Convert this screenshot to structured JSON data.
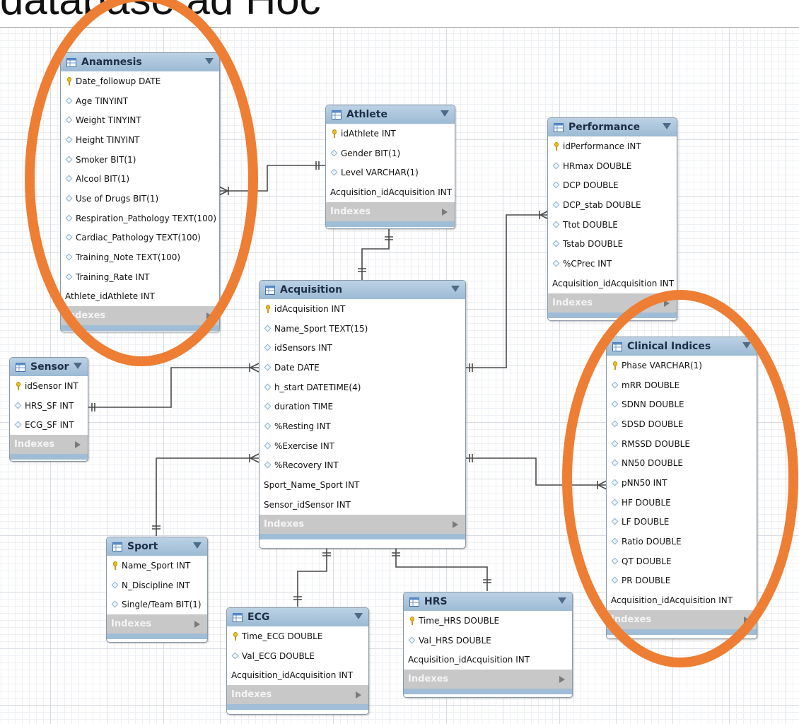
{
  "page_title": "database ad Hoc",
  "diagram": {
    "tables": [
      {
        "key": "anamnesis",
        "name": "Anamnesis",
        "index_label": "Indexes",
        "columns": [
          {
            "label": "Date_followup DATE",
            "icon": "key-icon"
          },
          {
            "label": "Age TINYINT",
            "icon": "diamond-icon"
          },
          {
            "label": "Weight TINYINT",
            "icon": "diamond-icon"
          },
          {
            "label": "Height TINYINT",
            "icon": "diamond-icon"
          },
          {
            "label": "Smoker BIT(1)",
            "icon": "diamond-icon"
          },
          {
            "label": "Alcool BIT(1)",
            "icon": "diamond-icon"
          },
          {
            "label": "Use of Drugs BIT(1)",
            "icon": "diamond-icon"
          },
          {
            "label": "Respiration_Pathology TEXT(100)",
            "icon": "diamond-icon"
          },
          {
            "label": "Cardiac_Pathology TEXT(100)",
            "icon": "diamond-icon"
          },
          {
            "label": "Training_Note TEXT(100)",
            "icon": "diamond-icon"
          },
          {
            "label": "Training_Rate INT",
            "icon": "diamond-icon"
          },
          {
            "label": "Athlete_idAthlete INT",
            "icon": "none"
          }
        ]
      },
      {
        "key": "athlete",
        "name": "Athlete",
        "index_label": "Indexes",
        "columns": [
          {
            "label": "idAthlete INT",
            "icon": "key-icon"
          },
          {
            "label": "Gender BIT(1)",
            "icon": "diamond-icon"
          },
          {
            "label": "Level VARCHAR(1)",
            "icon": "diamond-icon"
          },
          {
            "label": "Acquisition_idAcquisition INT",
            "icon": "none"
          }
        ]
      },
      {
        "key": "performance",
        "name": "Performance",
        "index_label": "Indexes",
        "columns": [
          {
            "label": "idPerformance INT",
            "icon": "key-icon"
          },
          {
            "label": "HRmax DOUBLE",
            "icon": "diamond-icon"
          },
          {
            "label": "DCP DOUBLE",
            "icon": "diamond-icon"
          },
          {
            "label": "DCP_stab DOUBLE",
            "icon": "diamond-icon"
          },
          {
            "label": "Ttot DOUBLE",
            "icon": "diamond-icon"
          },
          {
            "label": "Tstab DOUBLE",
            "icon": "diamond-icon"
          },
          {
            "label": "%CPrec INT",
            "icon": "diamond-icon"
          },
          {
            "label": "Acquisition_idAcquisition INT",
            "icon": "none"
          }
        ]
      },
      {
        "key": "acquisition",
        "name": "Acquisition",
        "index_label": "Indexes",
        "columns": [
          {
            "label": "idAcquisition INT",
            "icon": "key-icon"
          },
          {
            "label": "Name_Sport TEXT(15)",
            "icon": "diamond-icon"
          },
          {
            "label": "idSensors INT",
            "icon": "diamond-icon"
          },
          {
            "label": "Date DATE",
            "icon": "diamond-icon"
          },
          {
            "label": "h_start DATETIME(4)",
            "icon": "diamond-icon"
          },
          {
            "label": "duration TIME",
            "icon": "diamond-icon"
          },
          {
            "label": "%Resting INT",
            "icon": "diamond-icon"
          },
          {
            "label": "%Exercise INT",
            "icon": "diamond-icon"
          },
          {
            "label": "%Recovery INT",
            "icon": "diamond-icon"
          },
          {
            "label": "Sport_Name_Sport INT",
            "icon": "none"
          },
          {
            "label": "Sensor_idSensor INT",
            "icon": "none"
          }
        ]
      },
      {
        "key": "sensor",
        "name": "Sensor",
        "index_label": "Indexes",
        "columns": [
          {
            "label": "idSensor INT",
            "icon": "key-icon"
          },
          {
            "label": "HRS_SF INT",
            "icon": "diamond-icon"
          },
          {
            "label": "ECG_SF INT",
            "icon": "diamond-icon"
          }
        ]
      },
      {
        "key": "clinical",
        "name": "Clinical Indices",
        "index_label": "Indexes",
        "columns": [
          {
            "label": "Phase VARCHAR(1)",
            "icon": "key-icon"
          },
          {
            "label": "mRR DOUBLE",
            "icon": "diamond-icon"
          },
          {
            "label": "SDNN DOUBLE",
            "icon": "diamond-icon"
          },
          {
            "label": "SDSD DOUBLE",
            "icon": "diamond-icon"
          },
          {
            "label": "RMSSD DOUBLE",
            "icon": "diamond-icon"
          },
          {
            "label": "NN50 DOUBLE",
            "icon": "diamond-icon"
          },
          {
            "label": "pNN50 INT",
            "icon": "diamond-icon"
          },
          {
            "label": "HF DOUBLE",
            "icon": "diamond-icon"
          },
          {
            "label": "LF DOUBLE",
            "icon": "diamond-icon"
          },
          {
            "label": "Ratio DOUBLE",
            "icon": "diamond-icon"
          },
          {
            "label": "QT DOUBLE",
            "icon": "diamond-icon"
          },
          {
            "label": "PR DOUBLE",
            "icon": "diamond-icon"
          },
          {
            "label": "Acquisition_idAcquisition INT",
            "icon": "none"
          }
        ]
      },
      {
        "key": "sport",
        "name": "Sport",
        "index_label": "Indexes",
        "columns": [
          {
            "label": "Name_Sport INT",
            "icon": "key-icon"
          },
          {
            "label": "N_Discipline INT",
            "icon": "diamond-icon"
          },
          {
            "label": "Single/Team BIT(1)",
            "icon": "diamond-icon"
          }
        ]
      },
      {
        "key": "ecg",
        "name": "ECG",
        "index_label": "Indexes",
        "columns": [
          {
            "label": "Time_ECG DOUBLE",
            "icon": "key-icon"
          },
          {
            "label": "Val_ECG DOUBLE",
            "icon": "diamond-icon"
          },
          {
            "label": "Acquisition_idAcquisition INT",
            "icon": "none"
          }
        ]
      },
      {
        "key": "hrs",
        "name": "HRS",
        "index_label": "Indexes",
        "columns": [
          {
            "label": "Time_HRS DOUBLE",
            "icon": "key-icon"
          },
          {
            "label": "Val_HRS DOUBLE",
            "icon": "diamond-icon"
          },
          {
            "label": "Acquisition_idAcquisition INT",
            "icon": "none"
          }
        ]
      }
    ],
    "highlight_color": "#ee7e33",
    "header_color": "#a8c6de",
    "connector_color": "#4a4a4a"
  }
}
